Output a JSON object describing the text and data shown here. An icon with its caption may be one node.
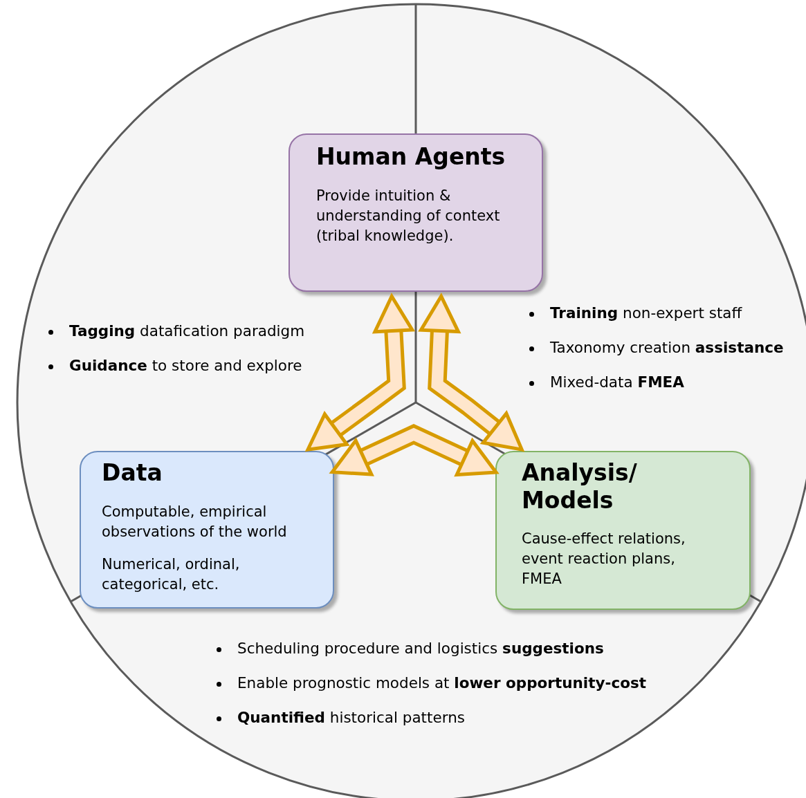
{
  "diagram": {
    "nodes": [
      {
        "text": [
          "Human Agents",
          "Provide intuition & understanding of context (tribal knowledge)."
        ]
      },
      {
        "text": [
          "Data",
          "Computable, empirical observations of the world",
          "Numerical, ordinal, categorical, etc."
        ]
      },
      {
        "text": [
          "Analysis/ Models",
          "Cause-effect relations, event reaction plans, FMEA"
        ]
      }
    ],
    "edges": [
      {
        "from": 1,
        "to": 0,
        "arrow": "both"
      },
      {
        "from": 0,
        "to": 2,
        "arrow": "both"
      },
      {
        "from": 1,
        "to": 2,
        "arrow": "both"
      }
    ],
    "labels": [
      "**Tagging** datafication paradigm",
      "**Guidance** to store and explore",
      "**Training** non-expert staff",
      "Taxonomy creation **assistance**",
      "Mixed-data **FMEA**",
      "Scheduling procedure and logistics **suggestions**",
      "Enable prognostic models at **lower opportunity-cost**",
      "**Quantified** historical patterns"
    ]
  }
}
